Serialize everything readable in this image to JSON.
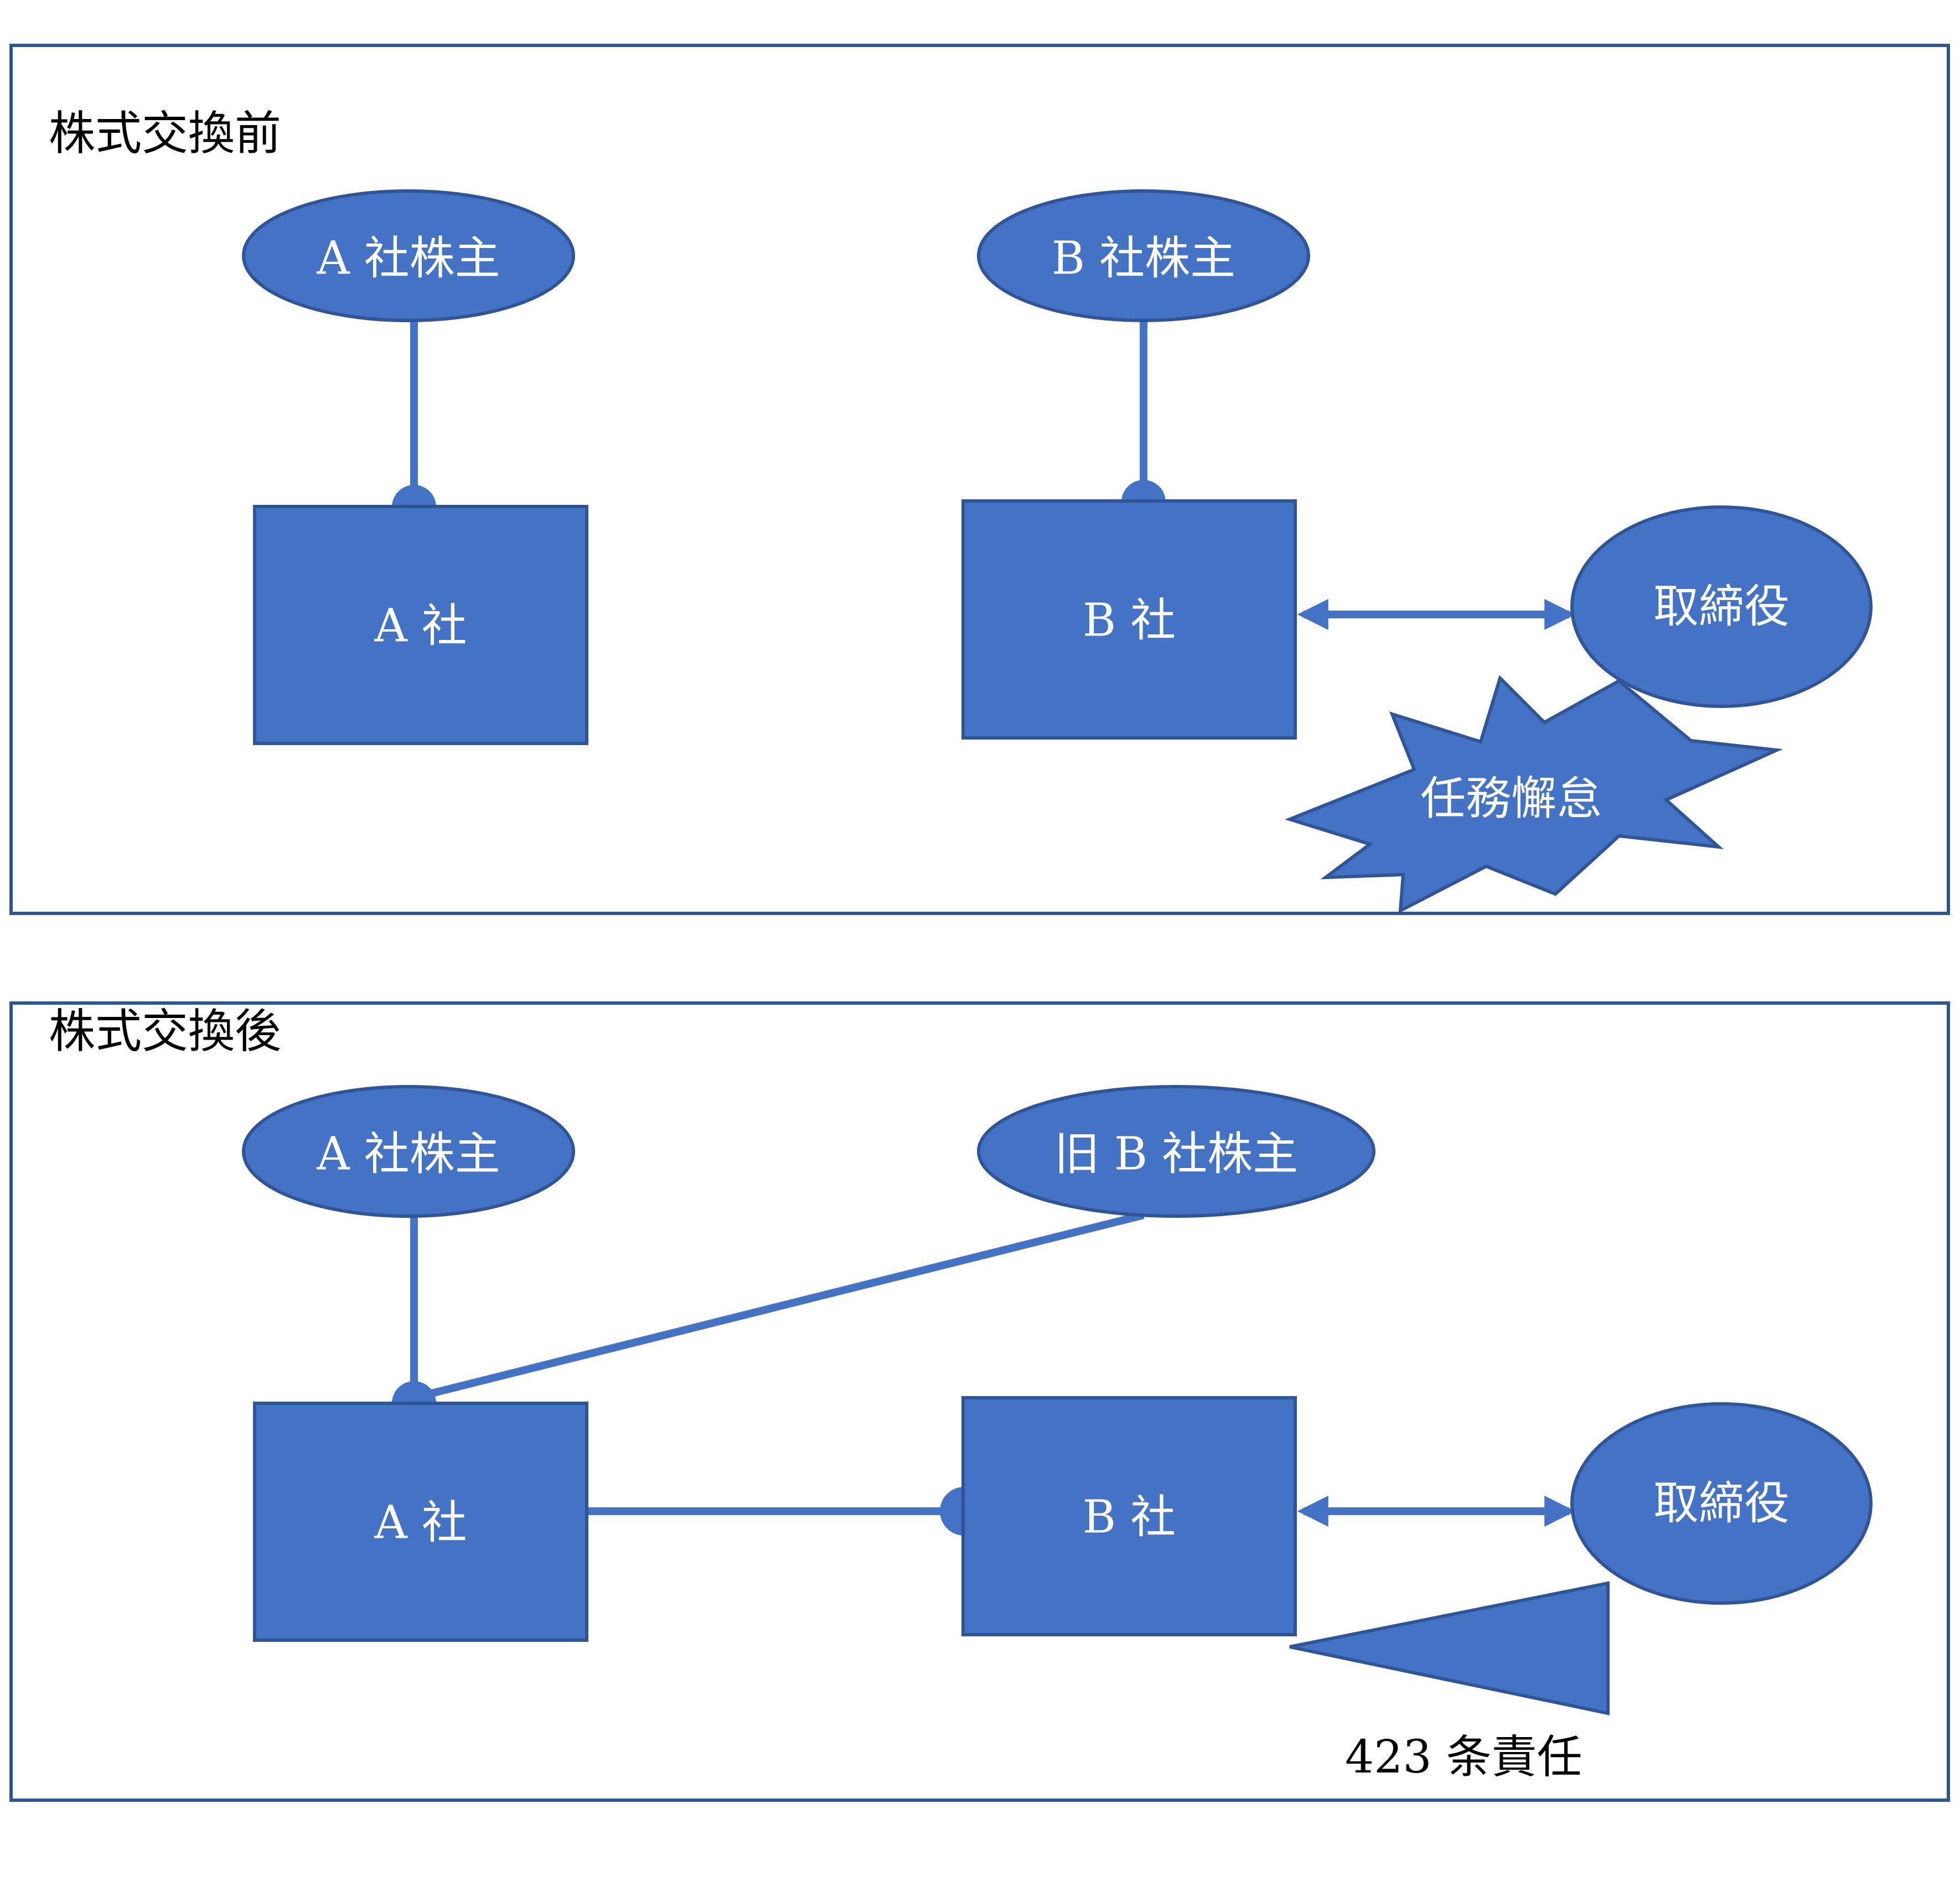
{
  "colors": {
    "shape_fill": "#4472C4",
    "shape_stroke": "#2F5597",
    "panel_border": "#2F5597",
    "label_text": "#ffffff"
  },
  "before": {
    "title": "株式交換前",
    "a_shareholders": "A 社株主",
    "b_shareholders": "B 社株主",
    "company_a": "A 社",
    "company_b": "B 社",
    "directors": "取締役",
    "neglect_of_duty": "任務懈怠"
  },
  "after": {
    "title": "株式交換後",
    "a_shareholders": "A 社株主",
    "former_b_shareholders": "旧 B 社株主",
    "company_a": "A 社",
    "company_b": "B 社",
    "directors": "取締役",
    "liability_note": "423 条責任"
  }
}
